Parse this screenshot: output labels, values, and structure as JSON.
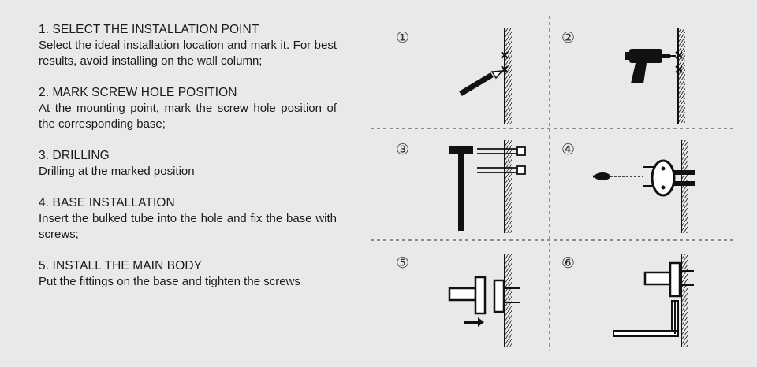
{
  "steps": [
    {
      "title": "1. SELECT THE INSTALLATION POINT",
      "desc": "Select the ideal installation location and mark it. For best results, avoid installing on the wall column;"
    },
    {
      "title": "2. MARK SCREW HOLE POSITION",
      "desc": "At the mounting point, mark the screw hole position of the corresponding base;"
    },
    {
      "title": "3. DRILLING",
      "desc": "Drilling at the marked position"
    },
    {
      "title": "4. BASE INSTALLATION",
      "desc": "Insert the bulked tube into the hole and fix the base with screws;"
    },
    {
      "title": "5. INSTALL THE MAIN BODY",
      "desc": "Put the fittings on the base and tighten the screws"
    }
  ],
  "diagram": {
    "panel_numbers": [
      "①",
      "②",
      "③",
      "④",
      "⑤",
      "⑥"
    ]
  }
}
